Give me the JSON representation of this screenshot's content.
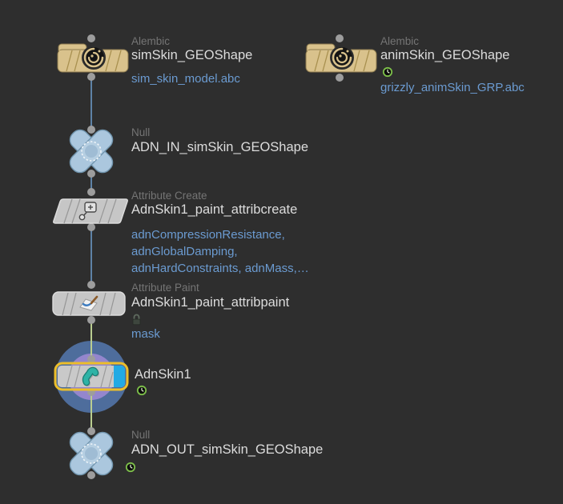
{
  "editor": {
    "kind": "node-network-editor",
    "context": "geometry-nodes"
  },
  "colors": {
    "background": "#2e2e2e",
    "wire_geometry": "#5e82a6",
    "wire_time_dependent": "#b9cd90",
    "connector_dot": "#9d9d9d",
    "node_alembic_body": "#d9c28c",
    "node_null_body": "#abc7de",
    "node_generic_body": "#c7c7c7",
    "display_flag_blue": "#22aae4",
    "selection_outline_yellow": "#ecbe2a",
    "selection_halo_outer_blue": "#4e6d9c",
    "selection_halo_inner_purple": "#9486cd",
    "type_label_text": "#757575",
    "node_name_text": "#dcdcdc",
    "comment_text": "#6b9bd1",
    "adnskin_icon_teal": "#2fb3a6"
  },
  "icons": {
    "alembic": "alembic-swirl-icon",
    "null": "null-cross-icon",
    "attribute_create": "attribute-create-icon",
    "attribute_paint": "attribute-paint-icon",
    "adnskin": "adnskin-ribbon-icon",
    "time_dependent": "clock-badge-icon",
    "locked": "lock-badge-icon"
  },
  "nodes": [
    {
      "id": "simSkin",
      "type_label": "Alembic",
      "name": "simSkin_GEOShape",
      "comment": "sim_skin_model.abc"
    },
    {
      "id": "animSkin",
      "type_label": "Alembic",
      "name": "animSkin_GEOShape",
      "comment": "grizzly_animSkin_GRP.abc",
      "time_dependent": true
    },
    {
      "id": "adn_in",
      "type_label": "Null",
      "name": "ADN_IN_simSkin_GEOShape"
    },
    {
      "id": "attribcreate",
      "type_label": "Attribute Create",
      "name": "AdnSkin1_paint_attribcreate",
      "comment": "adnCompressionResistance,\nadnGlobalDamping,\nadnHardConstraints, adnMass,…"
    },
    {
      "id": "attribpaint",
      "type_label": "Attribute Paint",
      "name": "AdnSkin1_paint_attribpaint",
      "comment": "mask",
      "locked": true
    },
    {
      "id": "adnskin1",
      "name": "AdnSkin1",
      "time_dependent": true,
      "selected": true,
      "display_flag": true
    },
    {
      "id": "adn_out",
      "type_label": "Null",
      "name": "ADN_OUT_simSkin_GEOShape",
      "time_dependent": true
    }
  ]
}
